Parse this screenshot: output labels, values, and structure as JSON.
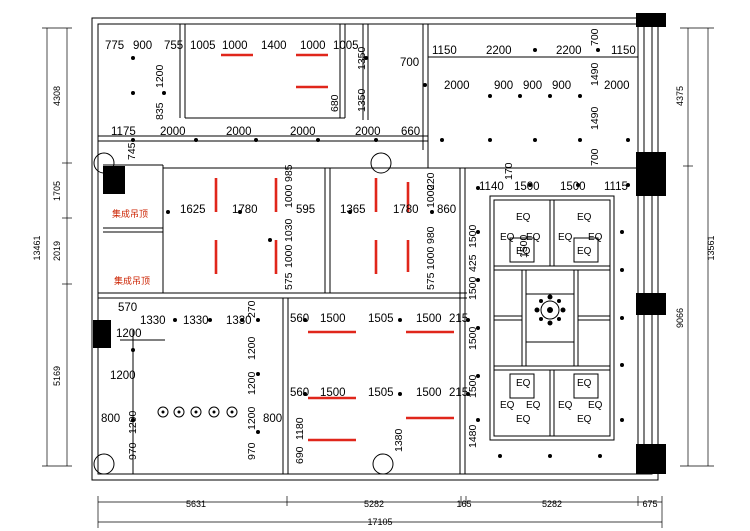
{
  "outer_dims": {
    "left": [
      "4308",
      "1705",
      "2019",
      "5169"
    ],
    "left_total": "13461",
    "right": [
      "4375",
      "9066"
    ],
    "right_total": "13561",
    "bottom": [
      "5631",
      "5282",
      "165",
      "5282",
      "675"
    ],
    "bottom_total": "17105"
  },
  "room_labels": [
    "集成吊顶",
    "集成吊顶"
  ],
  "eq_label": "EQ",
  "dims": {
    "top_left": [
      "775",
      "900",
      "755",
      "1005",
      "1000",
      "1400",
      "1000",
      "1005"
    ],
    "top_left_v": [
      "1200",
      "835",
      "1350",
      "1350",
      "680",
      "700"
    ],
    "top_right": [
      "1150",
      "2200",
      "2200",
      "1150",
      "700"
    ],
    "top_right2": [
      "2000",
      "900",
      "900",
      "900",
      "2000"
    ],
    "top_right_v": [
      "1490",
      "1490",
      "700"
    ],
    "mid_row": [
      "1175",
      "2000",
      "2000",
      "2000",
      "2000",
      "660"
    ],
    "left_v": [
      "745"
    ],
    "room_a": [
      "1625",
      "1780",
      "595"
    ],
    "room_a_v": [
      "985",
      "1000",
      "1030",
      "1000",
      "575"
    ],
    "room_b": [
      "1365",
      "1780",
      "860"
    ],
    "room_b_v": [
      "220",
      "1000",
      "980",
      "1000",
      "575"
    ],
    "right_top": [
      "1140",
      "1500",
      "1500",
      "1115",
      "170"
    ],
    "right_v": [
      "1500",
      "1500",
      "1500",
      "1500",
      "1500",
      "1480",
      "425"
    ],
    "lower_left": [
      "570",
      "1330",
      "1330",
      "1330",
      "1200",
      "1200",
      "800",
      "1200",
      "970"
    ],
    "lower_left_v": [
      "1200",
      "1200",
      "1200",
      "970",
      "800",
      "270"
    ],
    "lower_mid1": [
      "560",
      "1500",
      "1505",
      "1500",
      "215"
    ],
    "lower_mid2": [
      "560",
      "1500",
      "1505",
      "1500",
      "215"
    ],
    "lower_mid_v": [
      "1180",
      "690",
      "1380"
    ]
  }
}
